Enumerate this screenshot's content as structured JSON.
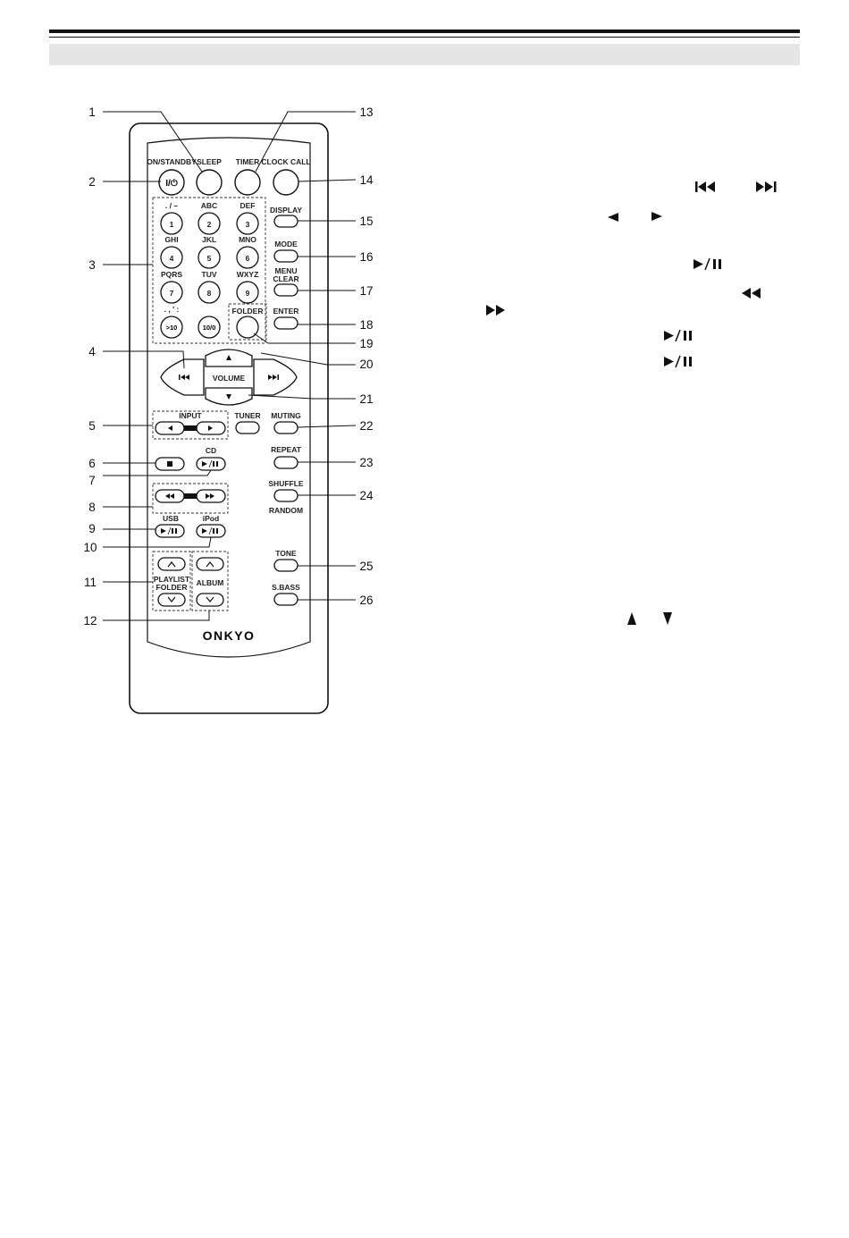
{
  "remote": {
    "brand": "ONKYO",
    "labels": {
      "on_standby": "ON/STANDBY",
      "on_standby_symbol": "I/⏻",
      "sleep": "SLEEP",
      "timer": "TIMER",
      "clock_call": "CLOCK CALL",
      "display": "DISPLAY",
      "mode": "MODE",
      "menu": "MENU",
      "clear": "CLEAR",
      "enter": "ENTER",
      "folder": "FOLDER",
      "volume": "VOLUME",
      "input": "INPUT",
      "tuner": "TUNER",
      "muting": "MUTING",
      "cd": "CD",
      "repeat": "REPEAT",
      "shuffle": "SHUFFLE",
      "random": "RANDOM",
      "usb": "USB",
      "ipod": "iPod",
      "tone": "TONE",
      "sbass": "S.BASS",
      "playlist": "PLAYLIST",
      "folder2": "FOLDER",
      "album": "ALBUM",
      "gt10": ">10",
      "ten0": "10/0",
      "punct": ". , ' :"
    },
    "keypad": [
      {
        "digit": "1",
        "letters": ". / –"
      },
      {
        "digit": "2",
        "letters": "ABC"
      },
      {
        "digit": "3",
        "letters": "DEF"
      },
      {
        "digit": "4",
        "letters": "GHI"
      },
      {
        "digit": "5",
        "letters": "JKL"
      },
      {
        "digit": "6",
        "letters": "MNO"
      },
      {
        "digit": "7",
        "letters": "PQRS"
      },
      {
        "digit": "8",
        "letters": "TUV"
      },
      {
        "digit": "9",
        "letters": "WXYZ"
      }
    ]
  },
  "callouts": [
    "1",
    "2",
    "3",
    "4",
    "5",
    "6",
    "7",
    "8",
    "9",
    "10",
    "11",
    "12",
    "13",
    "14",
    "15",
    "16",
    "17",
    "18",
    "19",
    "20",
    "21",
    "22",
    "23",
    "24",
    "25",
    "26"
  ]
}
